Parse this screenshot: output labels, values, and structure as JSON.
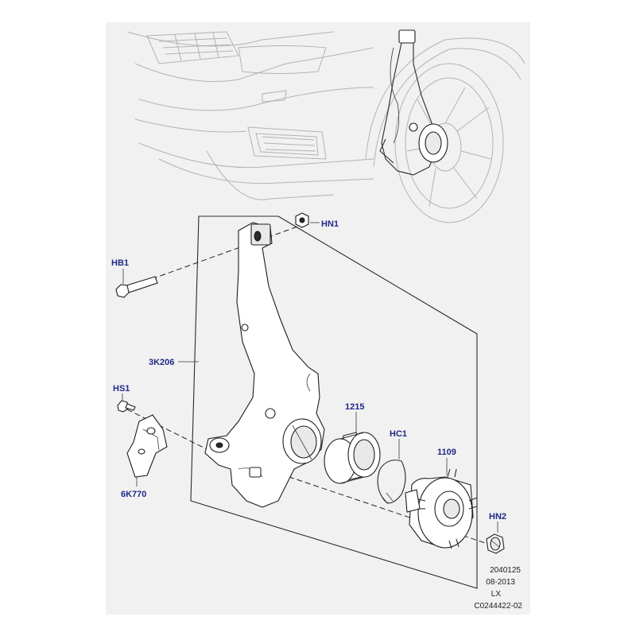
{
  "callouts": {
    "hn1": "HN1",
    "hb1": "HB1",
    "k3k206": "3K206",
    "hs1": "HS1",
    "k6k770": "6K770",
    "p1215": "1215",
    "hc1": "HC1",
    "p1109": "1109",
    "hn2": "HN2"
  },
  "footer": {
    "line1": "2040125",
    "line2": "08-2013",
    "line3": "LX",
    "line4": "C0244422-02"
  },
  "colors": {
    "callout_text": "#1f2a88",
    "background": "#f1f1f1",
    "linework": "#1e1e1e"
  }
}
